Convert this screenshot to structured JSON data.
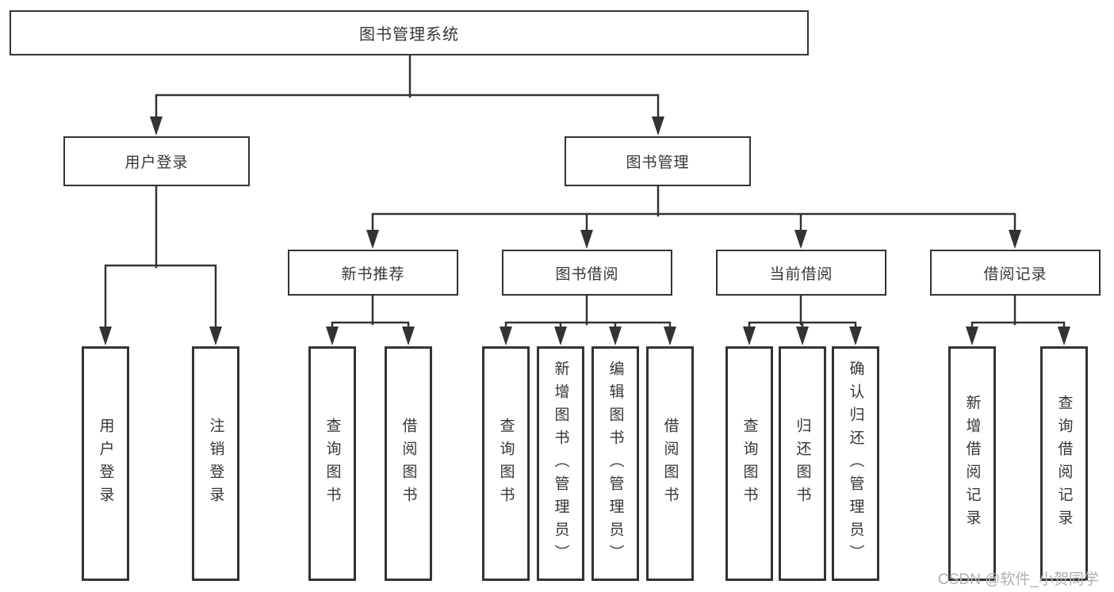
{
  "diagram": {
    "root": {
      "label": "图书管理系统"
    },
    "branches": [
      {
        "label": "用户登录",
        "children": [
          {
            "label": "用户登录"
          },
          {
            "label": "注销登录"
          }
        ]
      },
      {
        "label": "图书管理",
        "sections": [
          {
            "label": "新书推荐",
            "children": [
              {
                "label": "查询图书"
              },
              {
                "label": "借阅图书"
              }
            ]
          },
          {
            "label": "图书借阅",
            "children": [
              {
                "label": "查询图书"
              },
              {
                "label": "新增图书（管理员）"
              },
              {
                "label": "编辑图书（管理员）"
              },
              {
                "label": "借阅图书"
              }
            ]
          },
          {
            "label": "当前借阅",
            "children": [
              {
                "label": "查询图书"
              },
              {
                "label": "归还图书"
              },
              {
                "label": "确认归还（管理员）"
              }
            ]
          },
          {
            "label": "借阅记录",
            "children": [
              {
                "label": "新增借阅记录"
              },
              {
                "label": "查询借阅记录"
              }
            ]
          }
        ]
      }
    ]
  },
  "watermark": {
    "text": "CSDN @软件_小贺同学"
  },
  "colors": {
    "line": "#333333",
    "text": "#363636",
    "background": "#ffffff",
    "watermark": "#b0b0b0"
  }
}
